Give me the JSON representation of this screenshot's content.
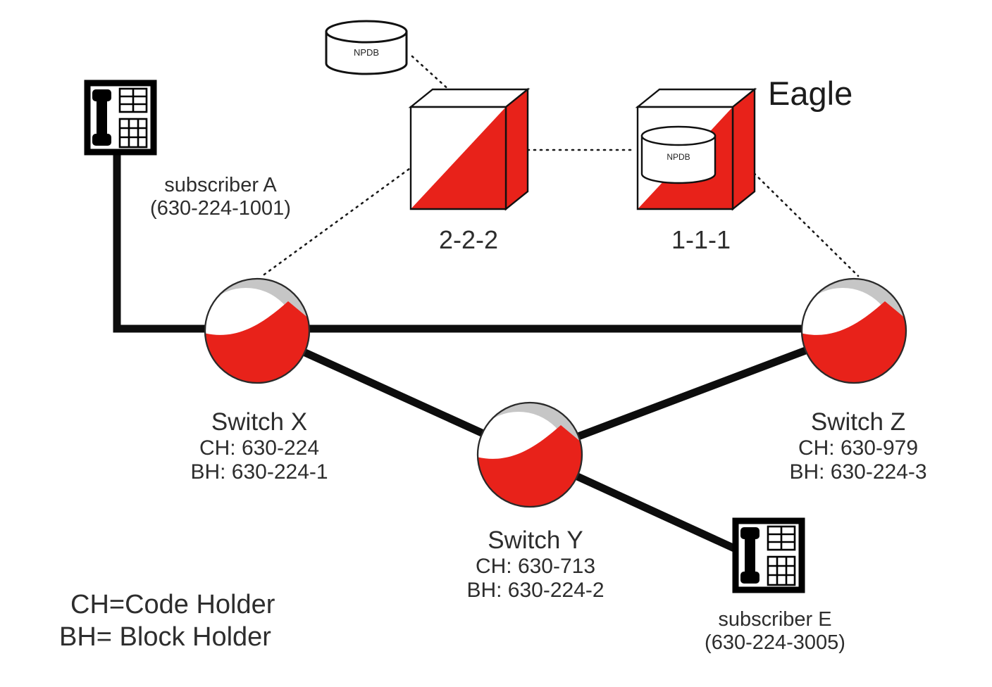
{
  "diagram": {
    "eagle_label": "Eagle",
    "npdb": {
      "label": "NPDB"
    },
    "eagle_npdb": {
      "label": "NPDB"
    },
    "stp_222": {
      "label": "2-2-2"
    },
    "stp_111": {
      "label": "1-1-1"
    },
    "switch_x": {
      "name": "Switch X",
      "ch": "CH: 630-224",
      "bh": "BH: 630-224-1"
    },
    "switch_y": {
      "name": "Switch Y",
      "ch": "CH: 630-713",
      "bh": "BH: 630-224-2"
    },
    "switch_z": {
      "name": "Switch Z",
      "ch": "CH: 630-979",
      "bh": "BH: 630-224-3"
    },
    "subscriber_a": {
      "name": "subscriber A",
      "number": "(630-224-1001)"
    },
    "subscriber_e": {
      "name": "subscriber E",
      "number": "(630-224-3005)"
    },
    "legend": {
      "ch": "CH=Code Holder",
      "bh": "BH= Block Holder"
    },
    "colors": {
      "node_red": "#e8221a",
      "node_gray": "#c6c6c6",
      "outline": "#0d0d0d"
    }
  }
}
